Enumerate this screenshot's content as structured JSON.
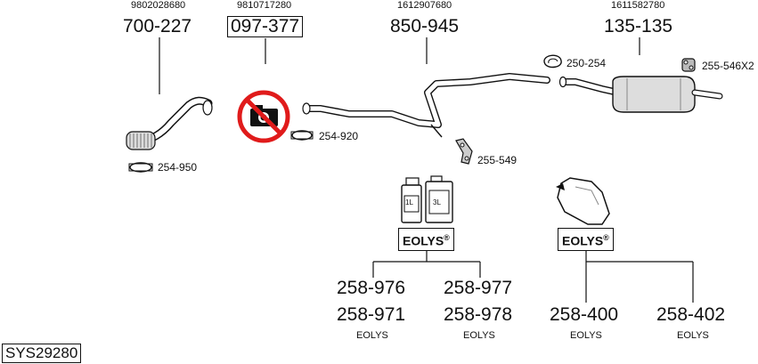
{
  "parts": [
    {
      "oe": "9802028680",
      "number": "700-227",
      "highlighted": false
    },
    {
      "oe": "9810717280",
      "number": "097-377",
      "highlighted": true
    },
    {
      "oe": "1612907680",
      "number": "850-945",
      "highlighted": false
    },
    {
      "oe": "1611582780",
      "number": "135-135",
      "highlighted": false
    }
  ],
  "fittings": [
    {
      "number": "254-950"
    },
    {
      "number": "254-920"
    },
    {
      "number": "255-549"
    },
    {
      "number": "250-254"
    },
    {
      "number": "255-546X2"
    }
  ],
  "containers": [
    "1L",
    "3L"
  ],
  "groups": [
    {
      "brand": "EOLYS",
      "registered": "®",
      "items": [
        {
          "top": "258-976",
          "bottom": "258-971",
          "label": "EOLYS"
        },
        {
          "top": "258-977",
          "bottom": "258-978",
          "label": "EOLYS"
        }
      ]
    },
    {
      "brand": "EOLYS",
      "registered": "®",
      "items": [
        {
          "top": "258-400",
          "label": "EOLYS"
        },
        {
          "top": "258-402",
          "label": "EOLYS"
        }
      ]
    }
  ],
  "system_id": "SYS29280",
  "colors": {
    "forbidden": "#e01b1b",
    "ink": "#111111"
  }
}
